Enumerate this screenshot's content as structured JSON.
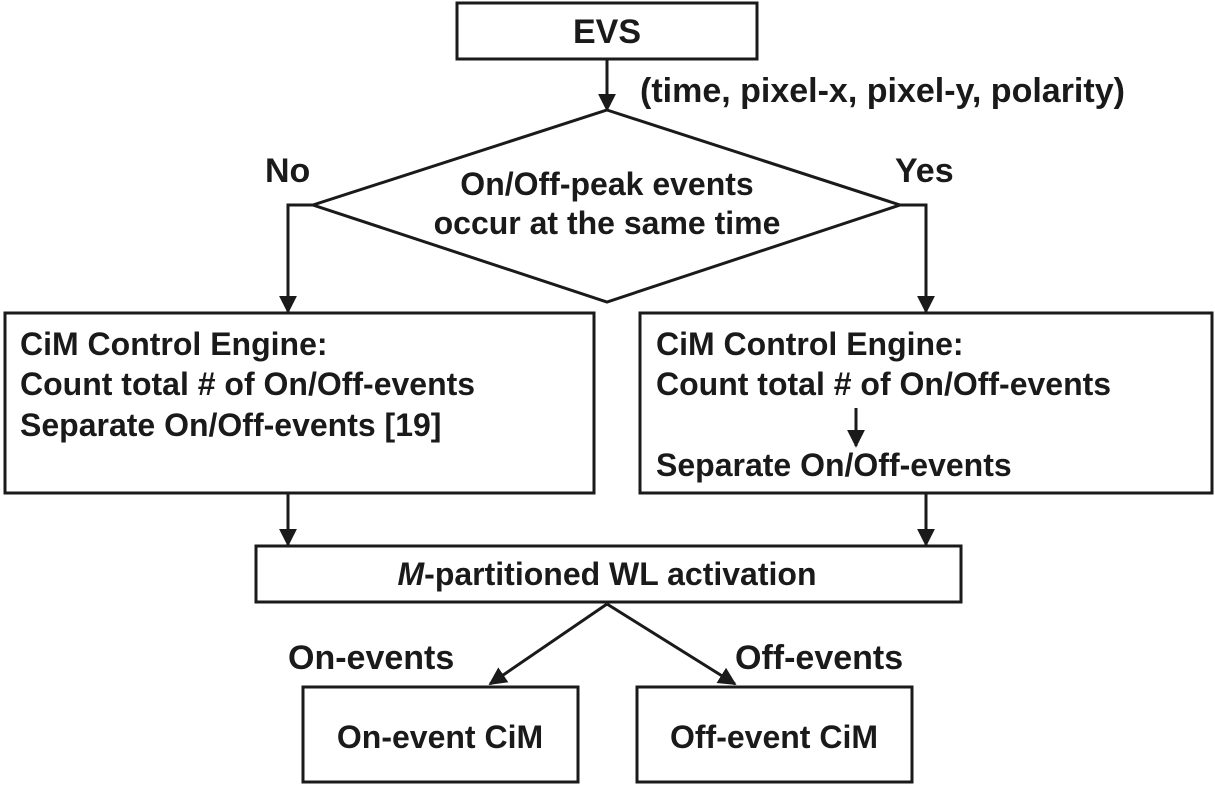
{
  "nodes": {
    "evs": "EVS",
    "event_format": "(time, pixel-x, pixel-y, polarity)",
    "decision": {
      "line1": "On/Off-peak events",
      "line2": "occur at the same time"
    },
    "branch_no": "No",
    "branch_yes": "Yes",
    "left_engine": {
      "line1": "CiM Control Engine:",
      "line2": "Count total # of On/Off-events",
      "line3": "Separate On/Off-events [19]"
    },
    "right_engine": {
      "line1": "CiM Control Engine:",
      "line2": "Count total # of On/Off-events",
      "line3": "Separate On/Off-events"
    },
    "wl_activation": {
      "italic_prefix": "M",
      "rest": "-partitioned WL activation"
    },
    "label_on_events": "On-events",
    "label_off_events": "Off-events",
    "on_cim": "On-event CiM",
    "off_cim": "Off-event CiM"
  },
  "colors": {
    "ink": "#1a1a1a",
    "background": "#ffffff"
  }
}
